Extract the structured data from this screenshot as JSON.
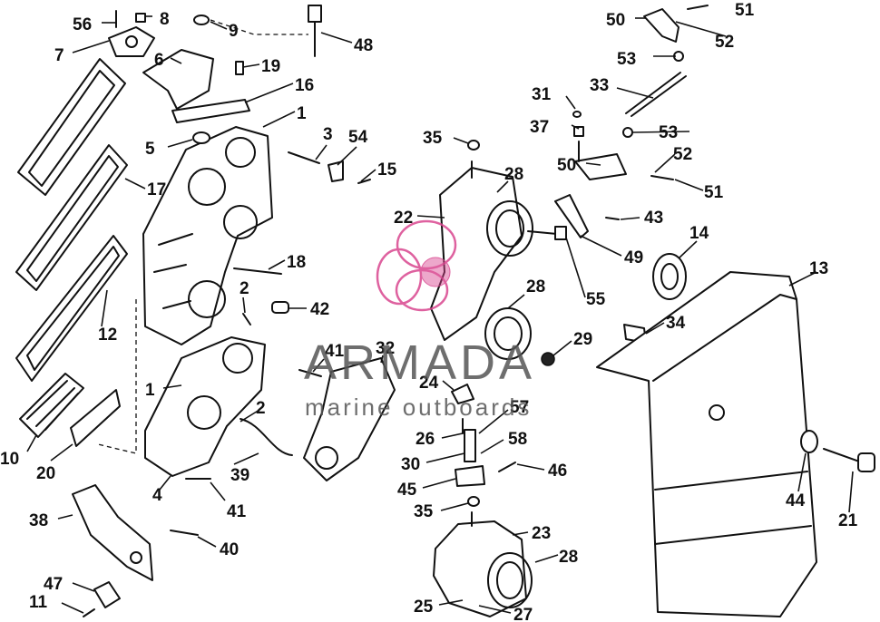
{
  "diagram": {
    "labels": [
      "56",
      "8",
      "9",
      "48",
      "7",
      "6",
      "19",
      "16",
      "1",
      "3",
      "54",
      "5",
      "15",
      "17",
      "18",
      "2",
      "42",
      "12",
      "41",
      "1",
      "2",
      "10",
      "20",
      "39",
      "4",
      "41",
      "40",
      "38",
      "47",
      "11",
      "32",
      "50",
      "51",
      "52",
      "53",
      "33",
      "31",
      "37",
      "53",
      "35",
      "50",
      "52",
      "51",
      "28",
      "22",
      "43",
      "14",
      "13",
      "49",
      "55",
      "28",
      "34",
      "29",
      "24",
      "57",
      "26",
      "58",
      "30",
      "46",
      "45",
      "35",
      "23",
      "28",
      "25",
      "27",
      "44",
      "21"
    ]
  },
  "watermark": {
    "brand": "ARMADA",
    "tagline": "marine outboards",
    "logo_color": "#d9468f",
    "text_color": "#555555"
  }
}
